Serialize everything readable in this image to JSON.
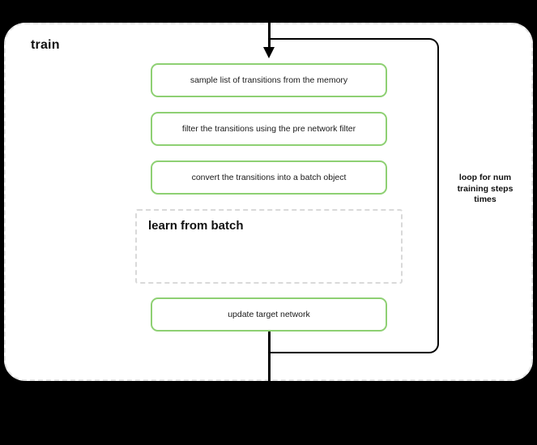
{
  "diagram": {
    "type": "flowchart",
    "title": "train",
    "background_color": "#000000",
    "canvas_color": "#ffffff",
    "accent_color": "#8ed073",
    "container": {
      "label": "train",
      "border_style": "dashed",
      "border_color": "#e3e3e3"
    },
    "steps": [
      {
        "id": "sample",
        "label": "sample list of transitions from the memory"
      },
      {
        "id": "filter",
        "label": "filter the transitions using the pre network filter"
      },
      {
        "id": "convert",
        "label": "convert the transitions into a batch object"
      },
      {
        "id": "update",
        "label": "update target network"
      }
    ],
    "subgraph": {
      "id": "learn-from-batch",
      "label": "learn from\nbatch",
      "border_style": "dashed",
      "border_color": "#d9d9d9"
    },
    "loop": {
      "label": "loop for num\ntraining steps\ntimes",
      "color": "#000000"
    },
    "connectors": {
      "entry_arrow": "arrow-down",
      "exit_line": "line-down"
    }
  }
}
